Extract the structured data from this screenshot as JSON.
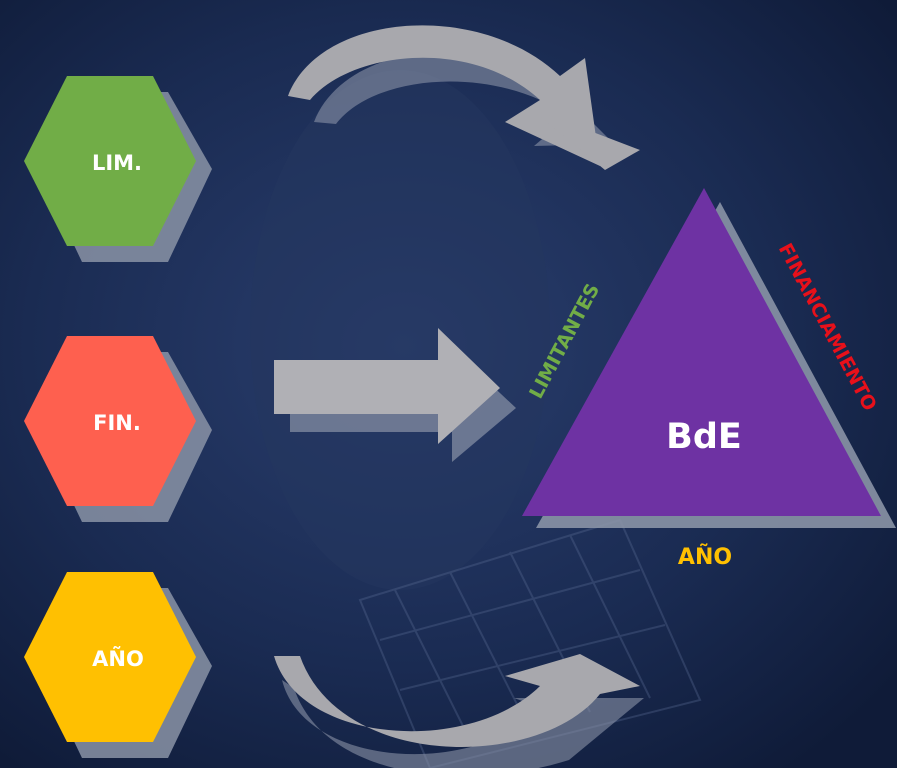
{
  "colors": {
    "background": "#152447",
    "shadow": "#8a93a6",
    "arrow": "#a8a8ad",
    "triangle": "#6e32a3",
    "lim": "#71ad47",
    "fin": "#fe604f",
    "ano": "#ffc001"
  },
  "hexagons": [
    {
      "id": "lim",
      "label": "LIM.",
      "color": "#71ad47"
    },
    {
      "id": "fin",
      "label": "FIN.",
      "color": "#fe604f"
    },
    {
      "id": "ano",
      "label": "AÑO",
      "color": "#ffc001"
    }
  ],
  "triangle": {
    "center_label": "BdE",
    "left_label": "LIMITANTES",
    "right_label": "FINANCIAMIENTO",
    "bottom_label": "AÑO"
  }
}
